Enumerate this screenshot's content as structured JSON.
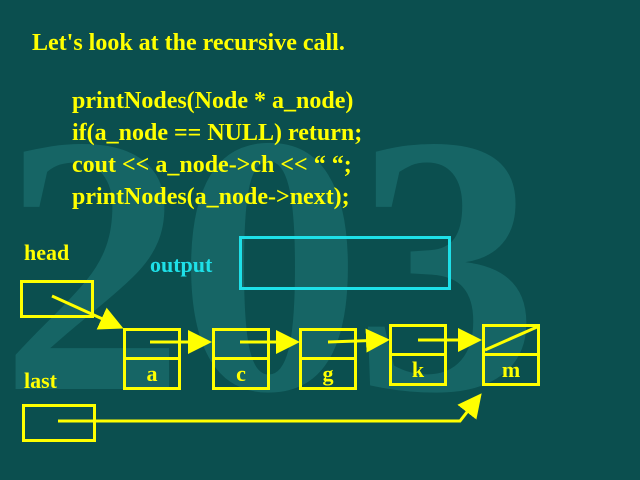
{
  "title": "Let's look at the recursive call.",
  "code_lines": [
    "printNodes(Node * a_node)",
    "if(a_node == NULL) return;",
    "cout << a_node->ch << “ “;",
    "printNodes(a_node->next);"
  ],
  "labels": {
    "head": "head",
    "last": "last",
    "output": "output"
  },
  "background_text": "203",
  "nodes": [
    "a",
    "c",
    "g",
    "k",
    "m"
  ],
  "colors": {
    "background": "#0b4f4f",
    "foreground": "#ffff00",
    "output": "#1ee0e8"
  }
}
